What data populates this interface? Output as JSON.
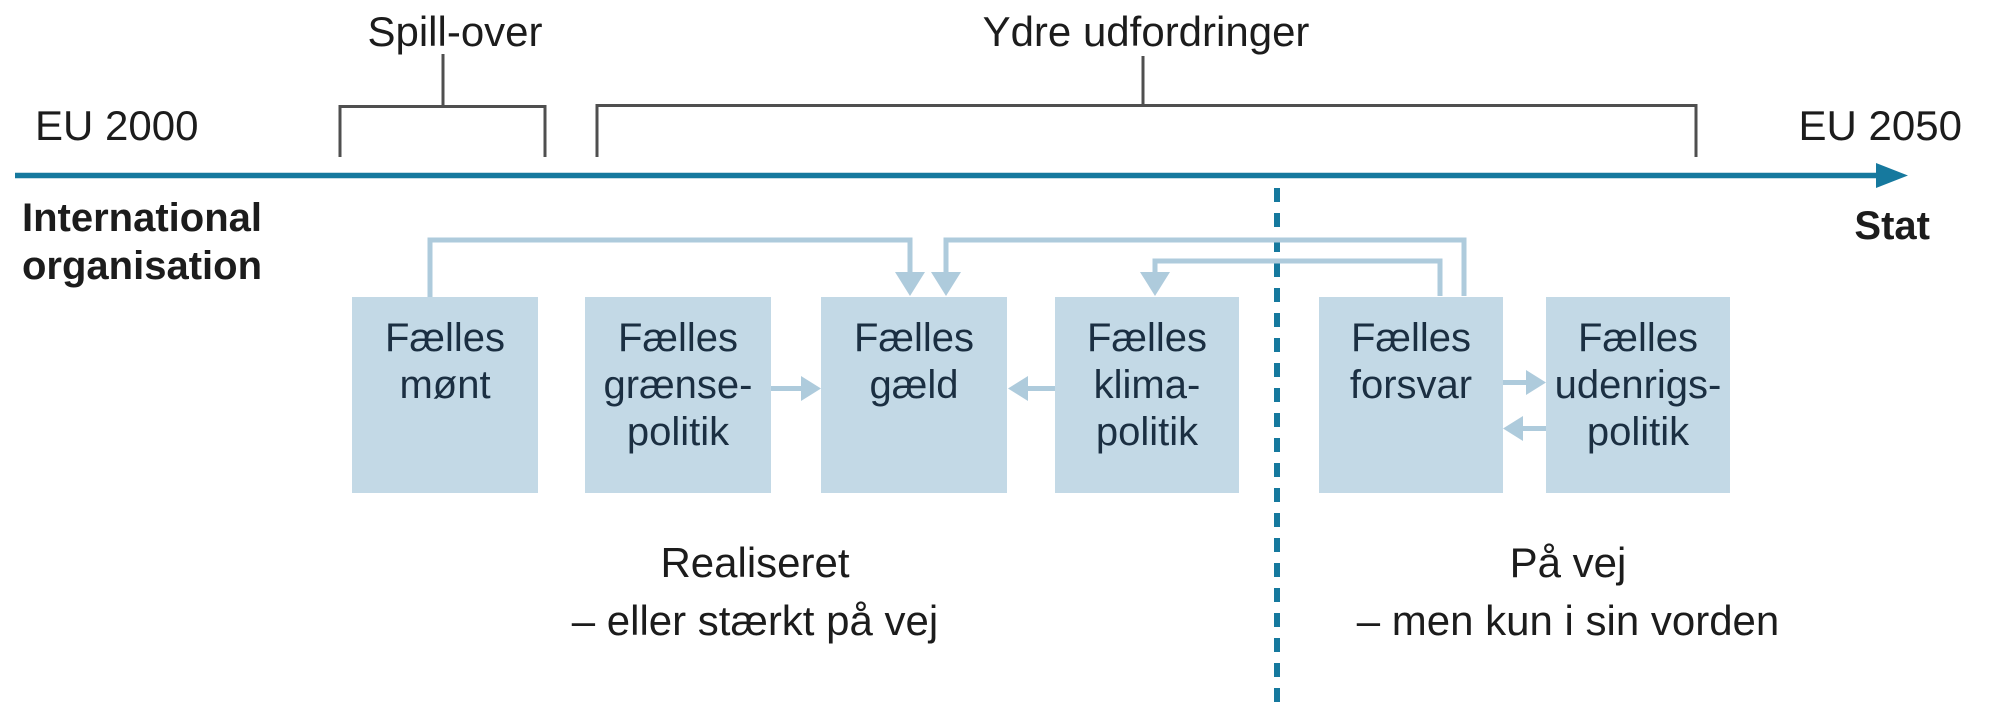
{
  "title_brackets": {
    "spill_over": "Spill-over",
    "ydre": "Ydre udfordringer"
  },
  "timeline": {
    "start_label": "EU 2000",
    "end_label": "EU 2050",
    "left_pole_label": "International\norganisation",
    "right_pole_label": "Stat"
  },
  "boxes": [
    {
      "label": "Fælles\nmønt"
    },
    {
      "label": "Fælles\ngrænse-\npolitik"
    },
    {
      "label": "Fælles\ngæld"
    },
    {
      "label": "Fælles\nklima-\npolitik"
    },
    {
      "label": "Fælles\nforsvar"
    },
    {
      "label": "Fælles\nudenrigs-\npolitik"
    }
  ],
  "captions": {
    "left": "Realiseret\n– eller stærkt på vej",
    "right": "På vej\n– men kun i sin vorden"
  },
  "colors": {
    "teal": "#16799e",
    "box_fill": "#c3d9e6",
    "connector_blue": "#aecbdc",
    "box_text": "#1b2f42",
    "bracket_gray": "#4f4f4f",
    "label_black": "#1c1c1c"
  }
}
